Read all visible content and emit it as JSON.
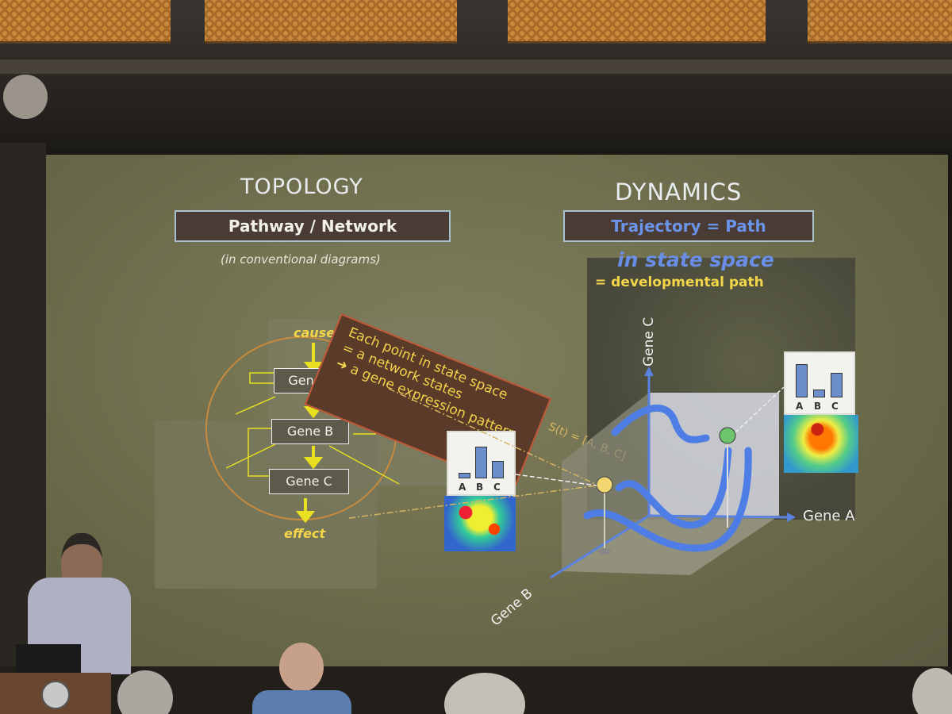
{
  "slide": {
    "left_title": "TOPOLOGY",
    "right_title": "DYNAMICS",
    "pathway_label": "Pathway / Network",
    "pathway_caption": "(in conventional diagrams)",
    "trajectory_label": "Trajectory = Path",
    "state_space_label": "in state space",
    "developmental_label": "= developmental path",
    "cause_label": "cause",
    "effect_label": "effect",
    "genes": [
      "Gene A",
      "Gene B",
      "Gene C"
    ],
    "callout_lines": [
      "Each point in state space",
      "= a network states",
      "➜ a gene expression pattern"
    ],
    "state_vector": "S(t) = [A, B, C]",
    "axes": {
      "x": "Gene A",
      "y": "Gene B",
      "z": "Gene C"
    },
    "bar_categories": [
      "A",
      "B",
      "C"
    ],
    "bar_values_left": [
      0.15,
      1.0,
      0.55
    ],
    "bar_values_right": [
      1.0,
      0.2,
      0.75
    ]
  },
  "colors": {
    "screen": "#6a6a4a",
    "label_box": "#4a3c34",
    "yellow_text": "#f4d64a",
    "trajectory_blue": "#4f7de6",
    "ellipse": "#c98a3c"
  }
}
